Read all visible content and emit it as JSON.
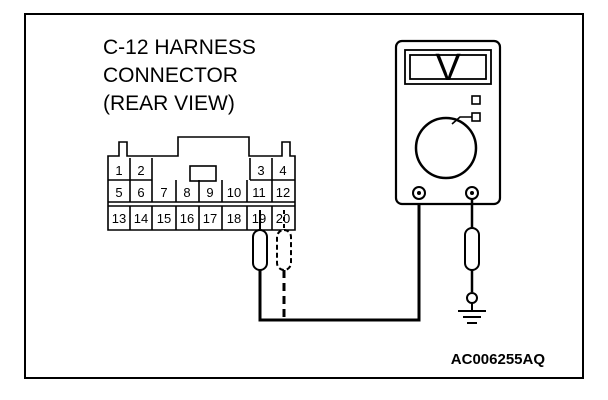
{
  "caption": {
    "line1": "C-12 HARNESS",
    "line2": "CONNECTOR",
    "line3": "(REAR VIEW)"
  },
  "connector": {
    "row1": [
      "1",
      "2",
      "3",
      "4"
    ],
    "row2": [
      "5",
      "6",
      "7",
      "8",
      "9",
      "10",
      "11",
      "12"
    ],
    "row3": [
      "13",
      "14",
      "15",
      "16",
      "17",
      "18",
      "19",
      "20"
    ]
  },
  "meter": {
    "mode_symbol": "V"
  },
  "figure_code": "AC006255AQ"
}
